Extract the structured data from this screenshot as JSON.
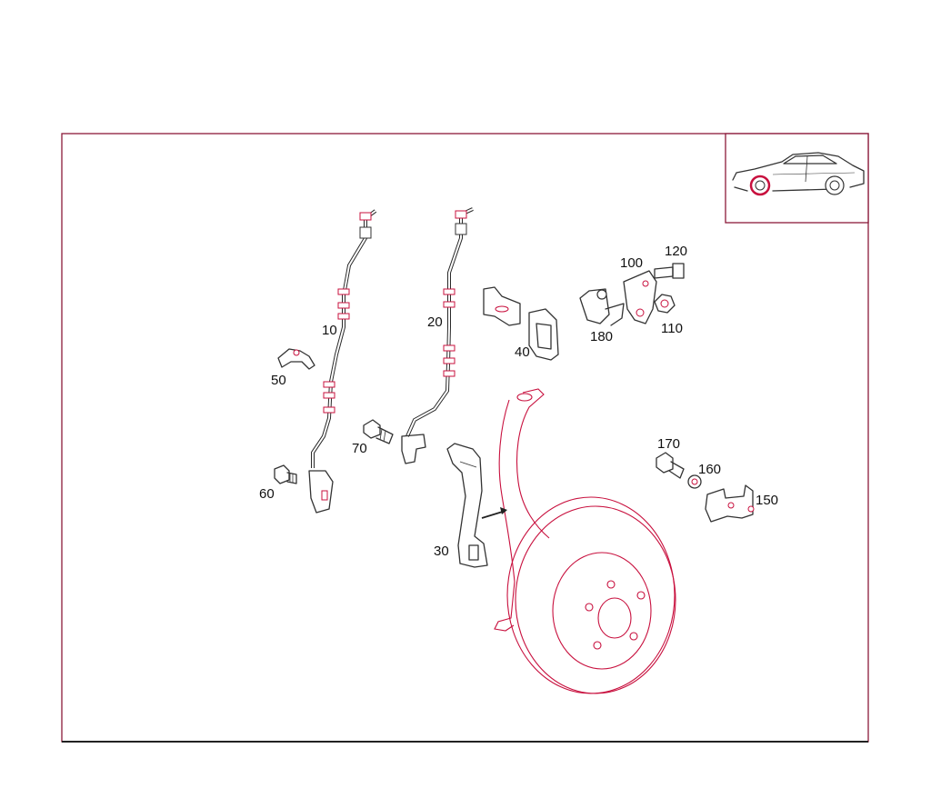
{
  "diagram": {
    "callouts": [
      {
        "id": "10",
        "label": "10"
      },
      {
        "id": "20",
        "label": "20"
      },
      {
        "id": "30",
        "label": "30"
      },
      {
        "id": "40",
        "label": "40"
      },
      {
        "id": "50",
        "label": "50"
      },
      {
        "id": "60",
        "label": "60"
      },
      {
        "id": "70",
        "label": "70"
      },
      {
        "id": "100",
        "label": "100"
      },
      {
        "id": "110",
        "label": "110"
      },
      {
        "id": "120",
        "label": "120"
      },
      {
        "id": "150",
        "label": "150"
      },
      {
        "id": "160",
        "label": "160"
      },
      {
        "id": "170",
        "label": "170"
      },
      {
        "id": "180",
        "label": "180"
      }
    ],
    "inset_icon": "car-side-view-icon",
    "colors": {
      "frame": "#8b1a3a",
      "accent": "#c8103e",
      "line": "#333333"
    }
  }
}
